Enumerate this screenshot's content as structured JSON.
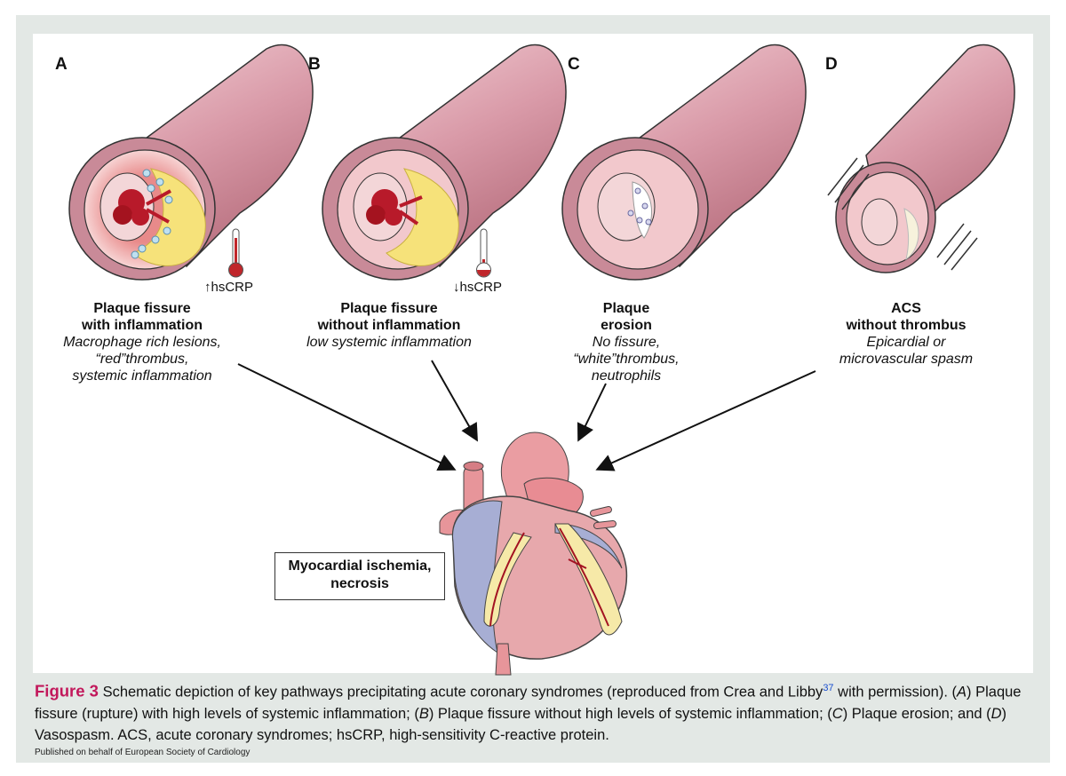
{
  "panels": [
    {
      "letter": "A",
      "title": "Plaque fissure\nwith inflammation",
      "subtitle": "Macrophage rich lesions,\n“red”thrombus,\nsystemic inflammation",
      "crp": "↑hsCRP"
    },
    {
      "letter": "B",
      "title": "Plaque fissure\nwithout inflammation",
      "subtitle": "low systemic inflammation",
      "crp": "↓hsCRP"
    },
    {
      "letter": "C",
      "title": "Plaque\nerosion",
      "subtitle": "No fissure,\n“white”thrombus,\nneutrophils"
    },
    {
      "letter": "D",
      "title": "ACS\nwithout thrombus",
      "subtitle": "Epicardial or\nmicrovascular spasm"
    }
  ],
  "outcome_box": "Myocardial ischemia,\nnecrosis",
  "caption": {
    "figure_label": "Figure 3",
    "text_1": "Schematic depiction of key pathways precipitating acute coronary syndromes (reproduced from Crea and Libby",
    "ref": "37",
    "text_2": " with permission). (",
    "a": "A",
    "text_3": ") Plaque fissure (rupture) with high levels of systemic inflammation; (",
    "b": "B",
    "text_4": ") Plaque fissure without high levels of systemic inflammation; (",
    "c": "C",
    "text_5": ") Plaque erosion; and (",
    "d": "D",
    "text_6": ") Vasospasm. ACS, acute coronary syndromes; hsCRP, high-sensitivity C-reactive protein."
  },
  "footer": "Published on behalf of European Society of Cardiology",
  "colors": {
    "figure_label": "#c2185b",
    "vessel": "#c98a98",
    "lumen": "#f3d6d8",
    "plaque": "#f6e27a",
    "thrombus": "#b81a2a",
    "heart": "#e8a0a4",
    "vein": "#a7aed4"
  }
}
